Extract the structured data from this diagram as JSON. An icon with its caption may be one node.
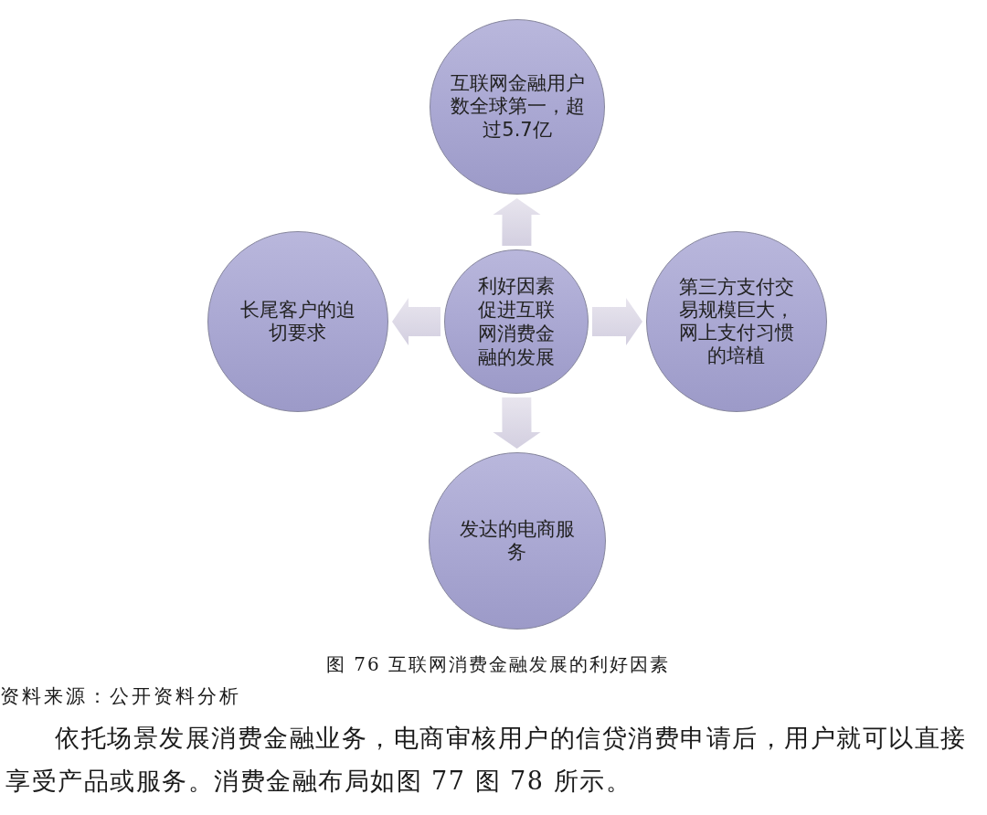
{
  "diagram": {
    "caption": "图 76 互联网消费金融发展的利好因素",
    "nodes": [
      {
        "text": [
          "互联网金融用户数全球第一，超过5.7亿"
        ]
      },
      {
        "text": [
          "长尾客户的迫切要求"
        ]
      },
      {
        "text": [
          "利好因素促进互联网消费金融的发展"
        ]
      },
      {
        "text": [
          "第三方支付交易规模巨大，网上支付习惯的培植"
        ]
      },
      {
        "text": [
          "发达的电商服务"
        ]
      }
    ],
    "edges": [
      {
        "from": 2,
        "to": 0,
        "arrow": "to"
      },
      {
        "from": 2,
        "to": 1,
        "arrow": "to"
      },
      {
        "from": 2,
        "to": 3,
        "arrow": "to"
      },
      {
        "from": 2,
        "to": 4,
        "arrow": "to"
      }
    ],
    "labels": [
      "资料来源：公开资料分析",
      "依托场景发展消费金融业务，电商审核用户的信贷消费申请后，用户就可以直接享受产品或服务。消费金融布局如图 77 图 78 所示。"
    ]
  }
}
